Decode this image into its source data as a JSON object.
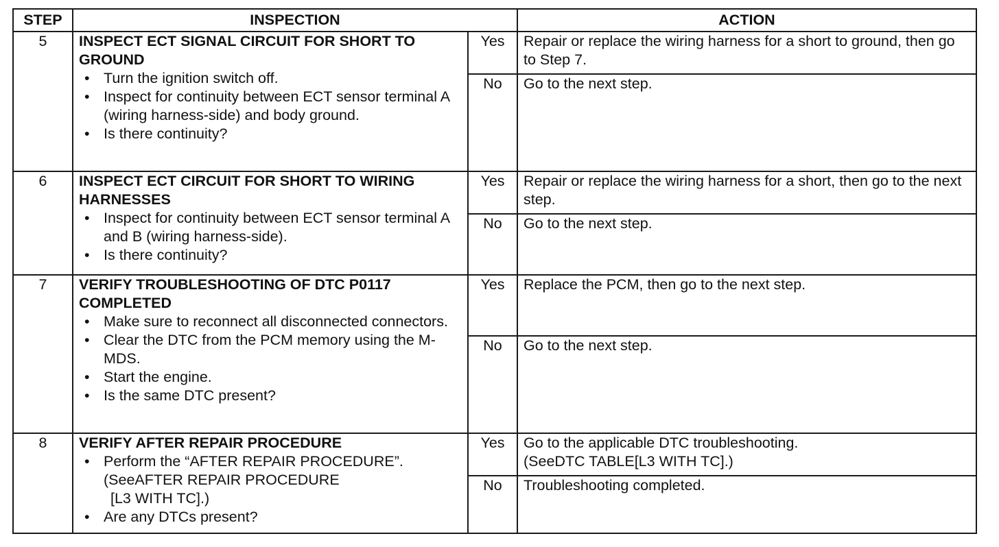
{
  "headers": {
    "step": "STEP",
    "inspection": "INSPECTION",
    "action": "ACTION"
  },
  "steps": [
    {
      "number": "5",
      "title": "INSPECT ECT SIGNAL CIRCUIT FOR SHORT TO GROUND",
      "bullets": [
        "Turn the ignition switch off.",
        "Inspect for continuity between ECT sensor terminal A (wiring harness-side) and body ground.",
        "Is there continuity?"
      ],
      "yes_label": "Yes",
      "yes_action": "Repair or replace the wiring harness for a short to ground, then go to Step 7.",
      "no_label": "No",
      "no_action": "Go to the next step."
    },
    {
      "number": "6",
      "title": "INSPECT ECT CIRCUIT FOR SHORT TO WIRING HARNESSES",
      "bullets": [
        "Inspect for continuity between ECT sensor terminal A and B (wiring harness-side).",
        "Is there continuity?"
      ],
      "yes_label": "Yes",
      "yes_action": "Repair or replace the wiring harness for a short, then go to the next step.",
      "no_label": "No",
      "no_action": "Go to the next step."
    },
    {
      "number": "7",
      "title": "VERIFY TROUBLESHOOTING OF DTC P0117 COMPLETED",
      "bullets": [
        "Make sure to reconnect all disconnected connectors.",
        "Clear the DTC from the PCM memory using the M-MDS.",
        "Start the engine.",
        "Is the same DTC present?"
      ],
      "yes_label": "Yes",
      "yes_action": "Replace the PCM, then go to the next step.",
      "no_label": "No",
      "no_action": "Go to the next step."
    },
    {
      "number": "8",
      "title": "VERIFY AFTER REPAIR PROCEDURE",
      "bullets": [
        "Perform the “AFTER REPAIR PROCEDURE”.",
        "Are any DTCs present?"
      ],
      "bullet1_ref_a": "(SeeAFTER REPAIR PROCEDURE",
      "bullet1_ref_b": "[L3 WITH TC].)",
      "yes_label": "Yes",
      "yes_action_a": "Go to the applicable DTC troubleshooting.",
      "yes_action_b": "(SeeDTC TABLE[L3 WITH TC].)",
      "no_label": "No",
      "no_action": "Troubleshooting completed."
    }
  ]
}
